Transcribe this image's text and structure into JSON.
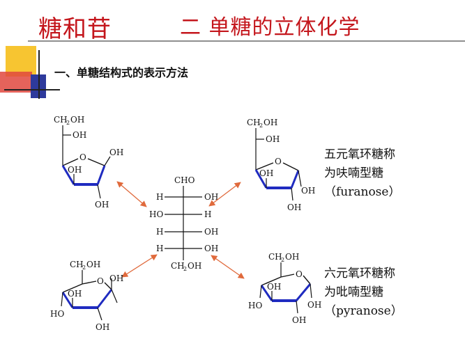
{
  "slide": {
    "title_left": "糖和苷",
    "title_right": "二 单糖的立体化学",
    "subtitle": "一、单糖结构式的表示方法"
  },
  "notes": {
    "furanose_line1": "五元氧环糖称",
    "furanose_line2": "为呋喃型糖",
    "furanose_line3": "（furanose）",
    "pyranose_line1": "六元氧环糖称",
    "pyranose_line2": "为吡喃型糖",
    "pyranose_line3": "（pyranose）"
  },
  "fischer": {
    "top": "CHO",
    "rows": [
      {
        "left": "H",
        "right": "OH"
      },
      {
        "left": "HO",
        "right": "H"
      },
      {
        "left": "H",
        "right": "OH"
      },
      {
        "left": "H",
        "right": "OH"
      }
    ],
    "bottom_main": "CH",
    "bottom_sub": "2",
    "bottom_end": "OH"
  },
  "labels": {
    "ch": "CH",
    "sub2": "2",
    "oh": "OH",
    "o": "O",
    "h": "H",
    "ho": "HO"
  },
  "colors": {
    "title": "#c4161c",
    "bond_blue": "#1f2bc0",
    "arrow": "#e06a3c"
  }
}
